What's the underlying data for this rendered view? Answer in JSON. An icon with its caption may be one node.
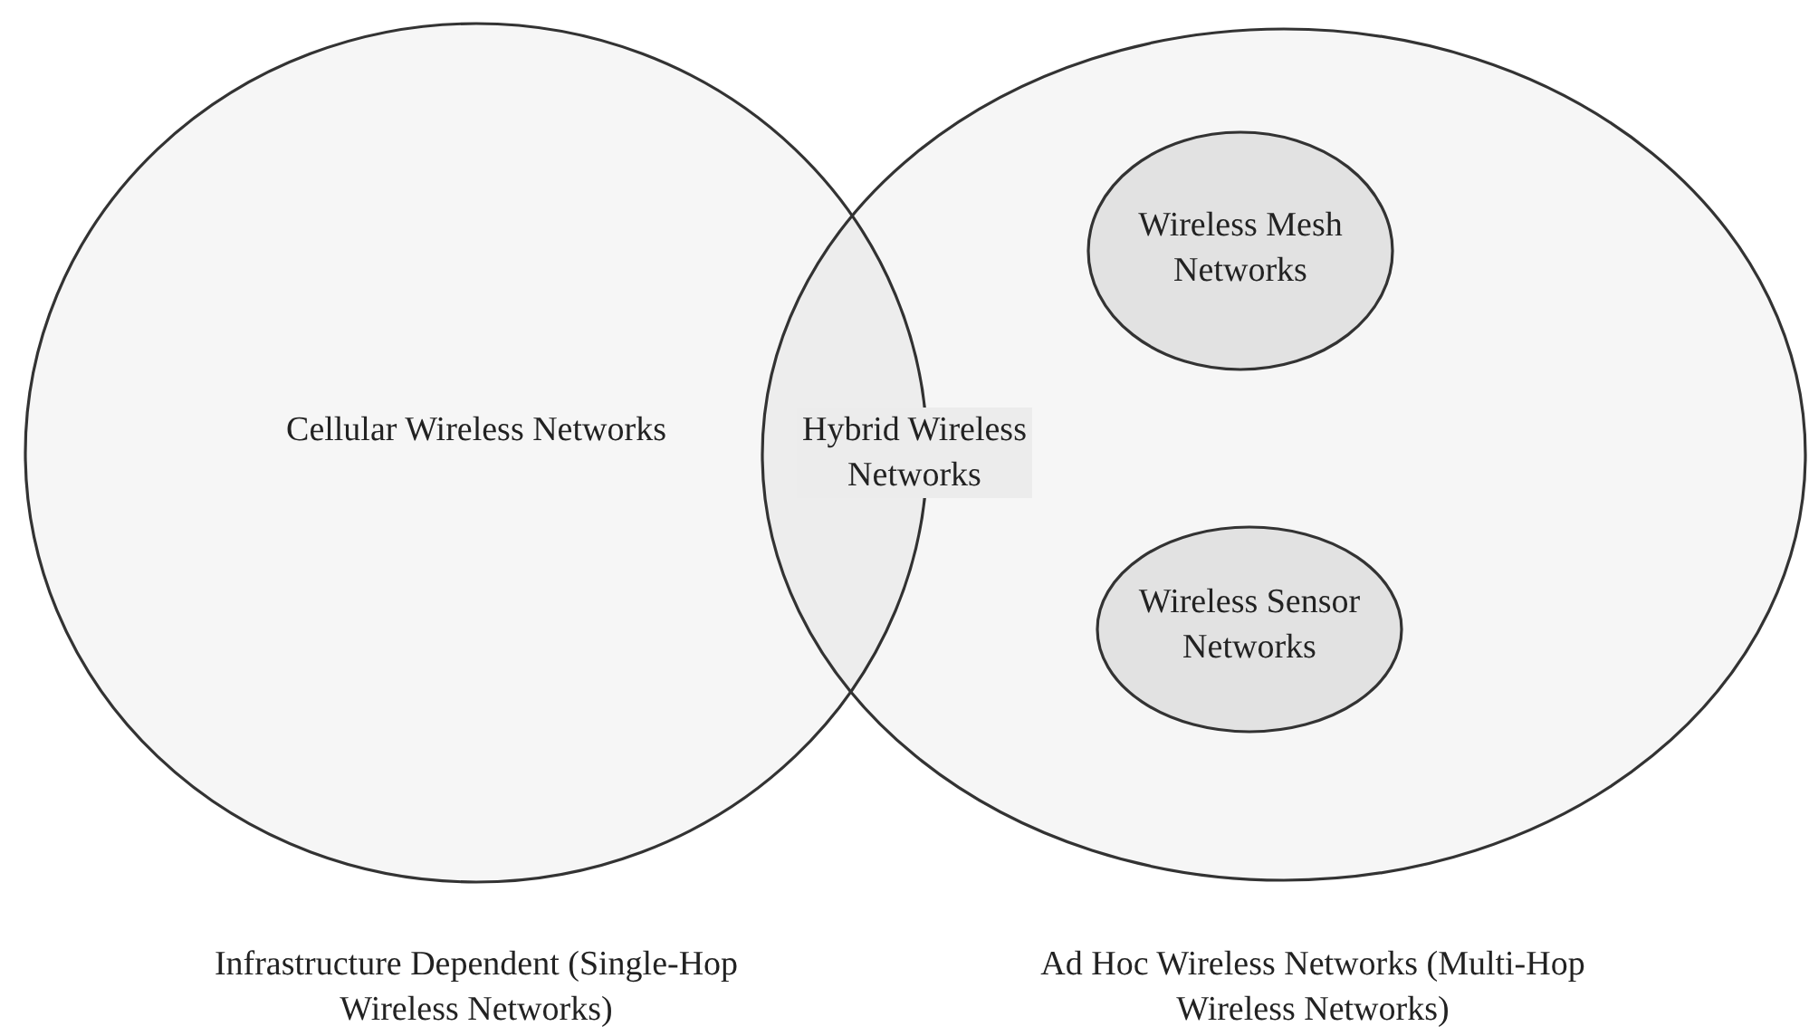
{
  "diagram": {
    "nodes": [
      {
        "text": [
          "Cellular Wireless Networks",
          "Infrastructure Dependent (Single-Hop Wireless Networks)"
        ]
      },
      {
        "text": [
          "Ad Hoc Wireless Networks (Multi-Hop Wireless Networks)"
        ]
      },
      {
        "text": [
          "Wireless Mesh Networks"
        ],
        "in": 1
      },
      {
        "text": [
          "Wireless Sensor Networks"
        ],
        "in": 1
      }
    ],
    "edges": [],
    "labels": [
      "Hybrid Wireless Networks"
    ]
  }
}
